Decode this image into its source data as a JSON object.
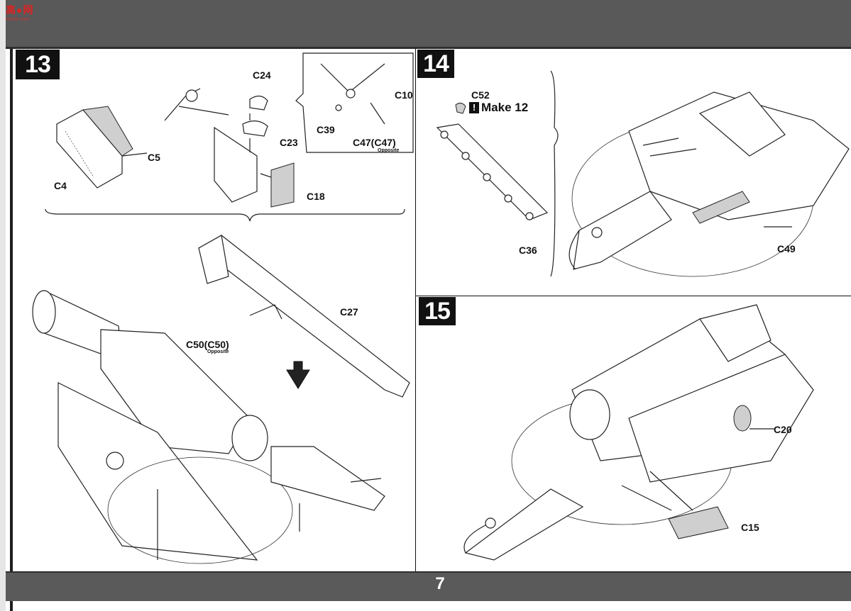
{
  "watermark": {
    "logo": "高●网",
    "url": "moxin.com"
  },
  "steps": {
    "s13": {
      "number": "13"
    },
    "s14": {
      "number": "14"
    },
    "s15": {
      "number": "15"
    }
  },
  "parts": {
    "c24": "C24",
    "c23": "C23",
    "c5": "C5",
    "c4": "C4",
    "c18": "C18",
    "c10": "C10",
    "c39": "C39",
    "c47": "C47(C47)",
    "c47_note": "Opposite",
    "c27": "C27",
    "c50": "C50(C50)",
    "c50_note": "Opposite",
    "c52": "C52",
    "make12": "Make 12",
    "make12_icon": "!",
    "c36": "C36",
    "c49": "C49",
    "c20": "C20",
    "c15": "C15"
  },
  "footer": {
    "page_number": "7"
  }
}
